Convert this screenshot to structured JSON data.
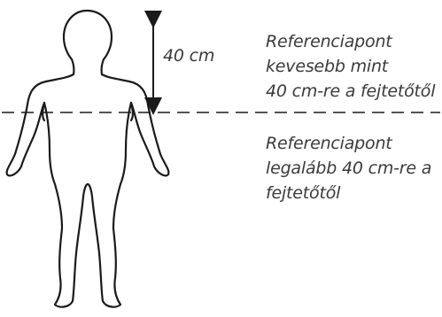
{
  "measurement": {
    "label": "40 cm"
  },
  "reference_above": {
    "line1": "Referenciapont",
    "line2": "kevesebb mint",
    "line3": "40 cm-re a fejtetőtől"
  },
  "reference_below": {
    "line1": "Referenciapont",
    "line2": "legalább 40 cm-re a",
    "line3": "fejtetőtől"
  },
  "colors": {
    "outline": "#1a1a1a",
    "text": "#3a3a3a"
  }
}
